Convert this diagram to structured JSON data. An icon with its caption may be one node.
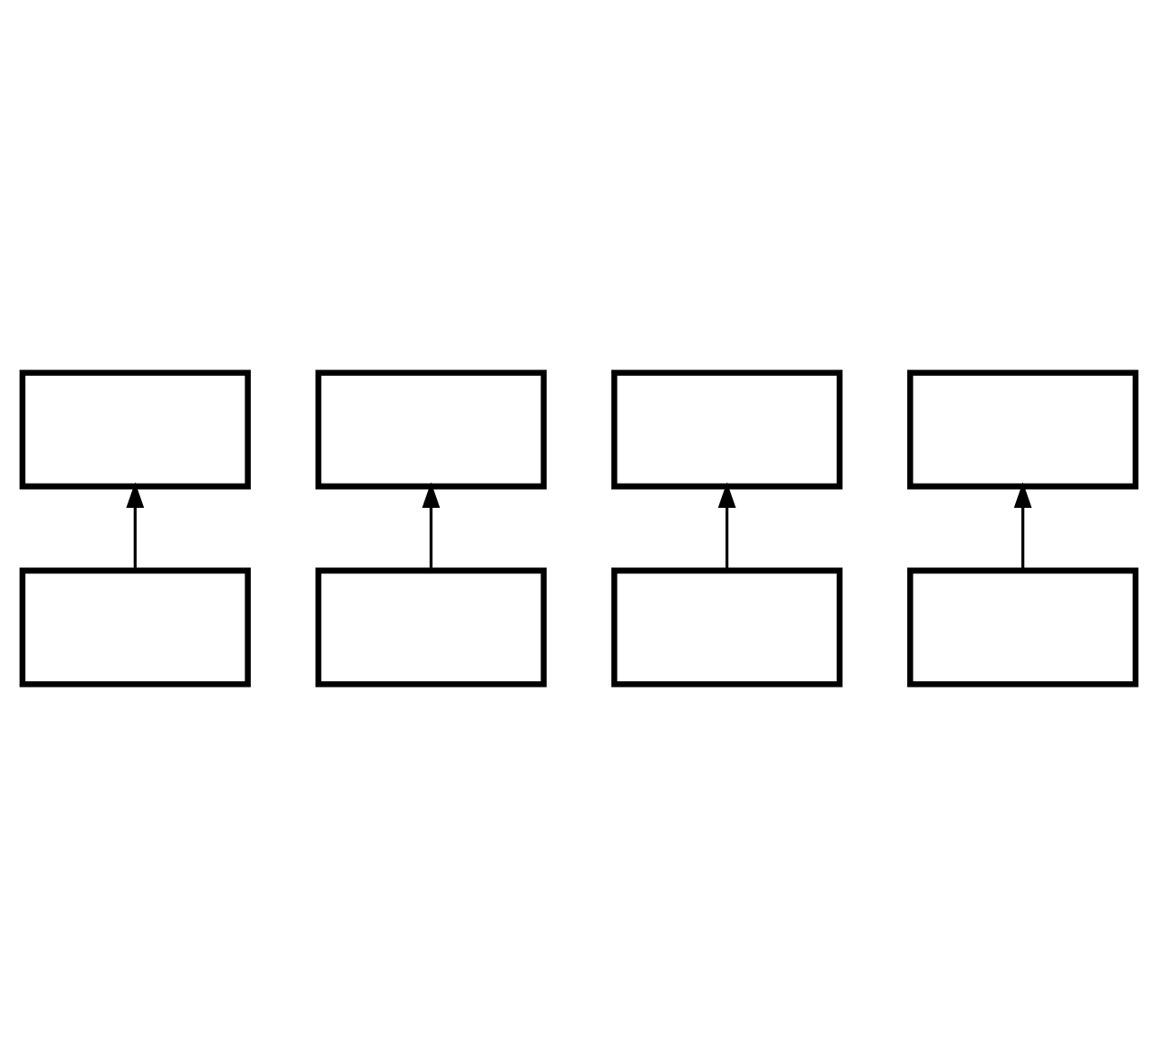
{
  "diagram": {
    "nodes": [
      {
        "text": [],
        "shape": "box"
      },
      {
        "text": [],
        "shape": "box"
      },
      {
        "text": [],
        "shape": "box"
      },
      {
        "text": [],
        "shape": "box"
      },
      {
        "text": [],
        "shape": "box"
      },
      {
        "text": [],
        "shape": "box"
      },
      {
        "text": [],
        "shape": "box"
      },
      {
        "text": [],
        "shape": "box"
      }
    ],
    "edges": [
      {
        "from": 1,
        "to": 0,
        "arrow": "to"
      },
      {
        "from": 3,
        "to": 2,
        "arrow": "to"
      },
      {
        "from": 5,
        "to": 4,
        "arrow": "to"
      },
      {
        "from": 7,
        "to": 6,
        "arrow": "to"
      }
    ]
  }
}
